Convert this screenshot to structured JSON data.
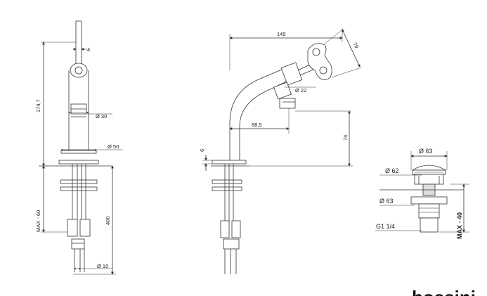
{
  "front_view": {
    "dims": {
      "top_width": "4",
      "height": "174,7",
      "spout_diameter": "Ø 30",
      "base_diameter": "Ø 50",
      "deck_max": "MAX - 60",
      "hose_length": "400",
      "hose_diameter": "Ø 10"
    }
  },
  "side_view": {
    "dims": {
      "reach_total": "149",
      "handle_size": "79",
      "handle_diameter": "Ø 22",
      "spout_reach": "88,5",
      "spout_height": "74",
      "base_thickness": "6"
    }
  },
  "waste_view": {
    "dims": {
      "top_diameter": "Ø 63",
      "cap_diameter": "Ø 62",
      "flange_diameter": "Ø 63",
      "thread": "G1 1/4",
      "deck_max": "MAX - 40"
    }
  },
  "brand": {
    "text": "bossini"
  }
}
